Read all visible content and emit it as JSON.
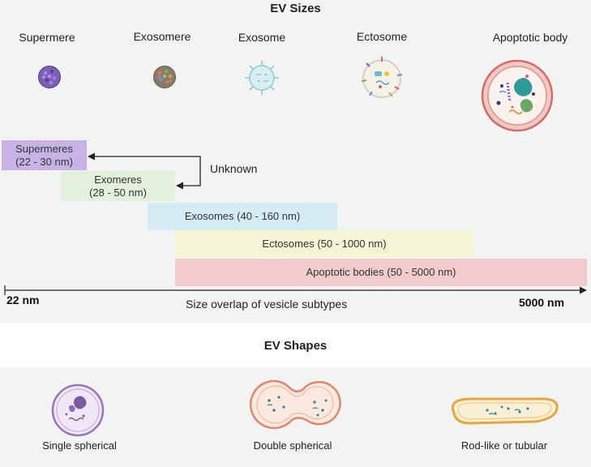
{
  "sizes": {
    "title": "EV Sizes",
    "vesicles": [
      {
        "label": "Supermere"
      },
      {
        "label": "Exosomere"
      },
      {
        "label": "Exosome"
      },
      {
        "label": "Ectosome"
      },
      {
        "label": "Apoptotic body"
      }
    ],
    "ranges": [
      {
        "line1": "Supermeres",
        "line2": "(22 - 30 nm)",
        "min_nm": 22,
        "max_nm": 30,
        "color": "#c9b2e6"
      },
      {
        "line1": "Exomeres",
        "line2": "(28 - 50 nm)",
        "min_nm": 28,
        "max_nm": 50,
        "color": "#e2f0dc"
      },
      {
        "line1": "Exosomes (40 - 160 nm)",
        "min_nm": 40,
        "max_nm": 160,
        "color": "#d6ecf5"
      },
      {
        "line1": "Ectosomes (50 - 1000 nm)",
        "min_nm": 50,
        "max_nm": 1000,
        "color": "#f5f5d6"
      },
      {
        "line1": "Apoptotic bodies (50 - 5000 nm)",
        "min_nm": 50,
        "max_nm": 5000,
        "color": "#f2cccc"
      }
    ],
    "unknown_label": "Unknown",
    "axis": {
      "min_label": "22 nm",
      "max_label": "5000 nm",
      "caption": "Size overlap of vesicle subtypes"
    }
  },
  "shapes": {
    "title": "EV Shapes",
    "items": [
      {
        "label": "Single spherical"
      },
      {
        "label": "Double spherical"
      },
      {
        "label": "Rod-like or tubular"
      }
    ]
  }
}
